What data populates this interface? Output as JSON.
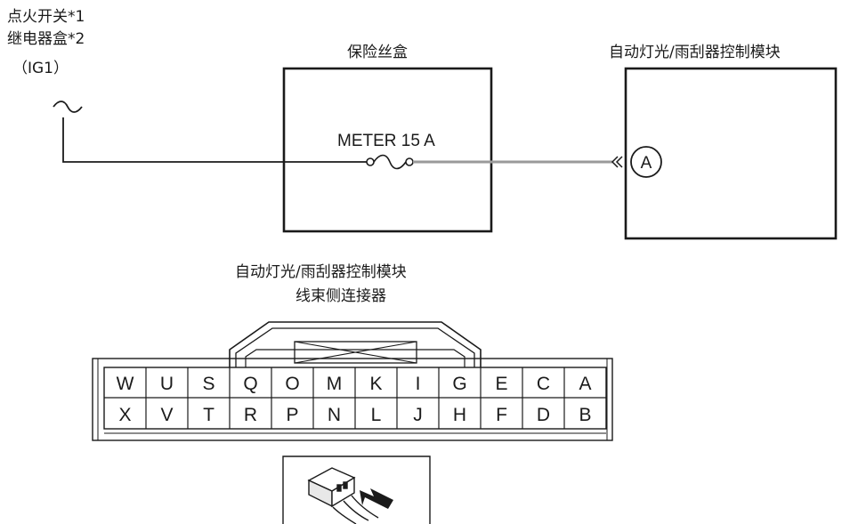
{
  "source": {
    "line1": "点火开关*1",
    "line2": "继电器盒*2",
    "signal": "（IG1）"
  },
  "fuse_box": {
    "title": "保险丝盒",
    "fuse_label": "METER 15 A"
  },
  "module": {
    "title": "自动灯光/雨刮器控制模块",
    "terminal": "A"
  },
  "connector": {
    "title_line1": "自动灯光/雨刮器控制模块",
    "title_line2": "线束侧连接器",
    "top_row": [
      "W",
      "U",
      "S",
      "Q",
      "O",
      "M",
      "K",
      "I",
      "G",
      "E",
      "C",
      "A"
    ],
    "bottom_row": [
      "X",
      "V",
      "T",
      "R",
      "P",
      "N",
      "L",
      "J",
      "H",
      "F",
      "D",
      "B"
    ]
  },
  "colors": {
    "line": "#1a1a1a",
    "wire_gray": "#9a9a9a",
    "background": "#ffffff"
  }
}
